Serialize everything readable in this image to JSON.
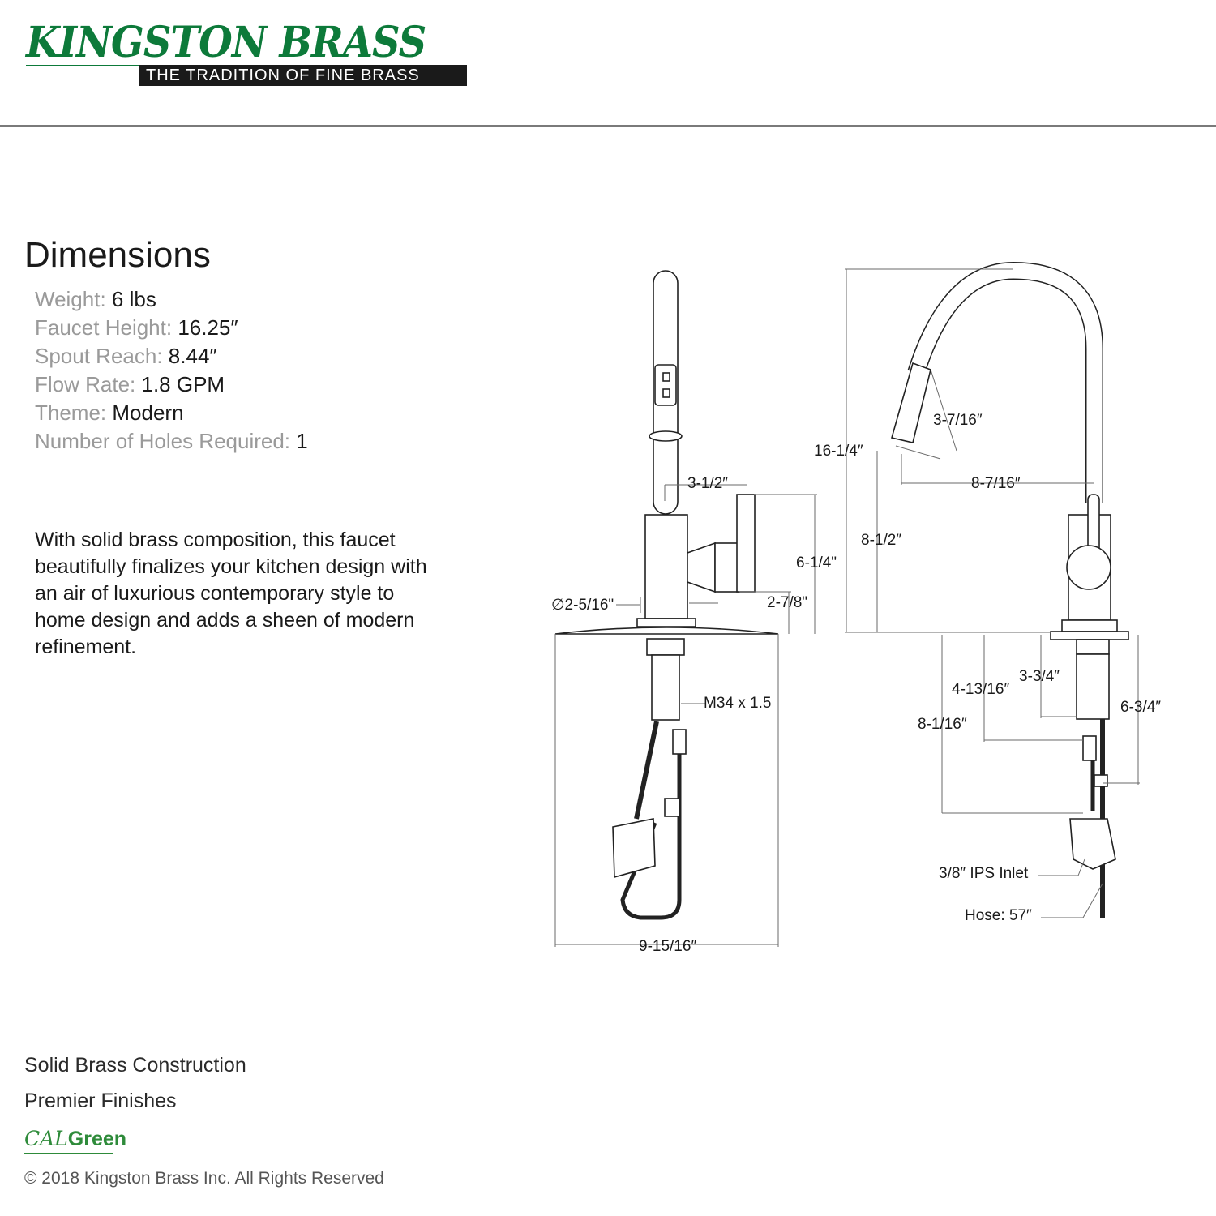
{
  "brand": {
    "name": "KINGSTON BRASS",
    "tagline": "THE TRADITION OF FINE BRASS",
    "colors": {
      "brand_green": "#0d7a3a",
      "tagline_bg": "#1a1a1a"
    }
  },
  "dimensions": {
    "title": "Dimensions",
    "specs": [
      {
        "label": "Weight:",
        "value": "6 lbs"
      },
      {
        "label": "Faucet Height:",
        "value": "16.25″"
      },
      {
        "label": "Spout Reach:",
        "value": "8.44″"
      },
      {
        "label": "Flow Rate:",
        "value": "1.8 GPM"
      },
      {
        "label": "Theme:",
        "value": "Modern"
      },
      {
        "label": "Number of Holes Required:",
        "value": "1"
      }
    ]
  },
  "description": "With solid brass composition, this faucet beautifully finalizes your kitchen design with an air of luxurious contemporary style to home design and adds a sheen of modern refinement.",
  "diagram": {
    "labels": {
      "handle_width": "3-1/2″",
      "base_to_handle": "6-1/4\"",
      "base_diameter": "∅2-5/16\"",
      "handle_height": "2-7/8\"",
      "thread": "M34 x 1.5",
      "plate_width": "9-15/16″",
      "sprayhead": "3-7/16″",
      "total_height": "16-1/4″",
      "spout_reach": "8-7/16″",
      "spout_height": "8-1/2″",
      "under_a": "4-13/16″",
      "under_b": "3-3/4″",
      "under_c": "6-3/4″",
      "under_d": "8-1/16″",
      "inlet": "3/8″ IPS Inlet",
      "hose": "Hose: 57″"
    }
  },
  "features": [
    "Solid Brass Construction",
    "Premier Finishes"
  ],
  "calgreen": {
    "part_a": "CAL",
    "part_b": "Green",
    "color": "#2e8b3a"
  },
  "copyright": "© 2018 Kingston Brass Inc. All Rights Reserved"
}
